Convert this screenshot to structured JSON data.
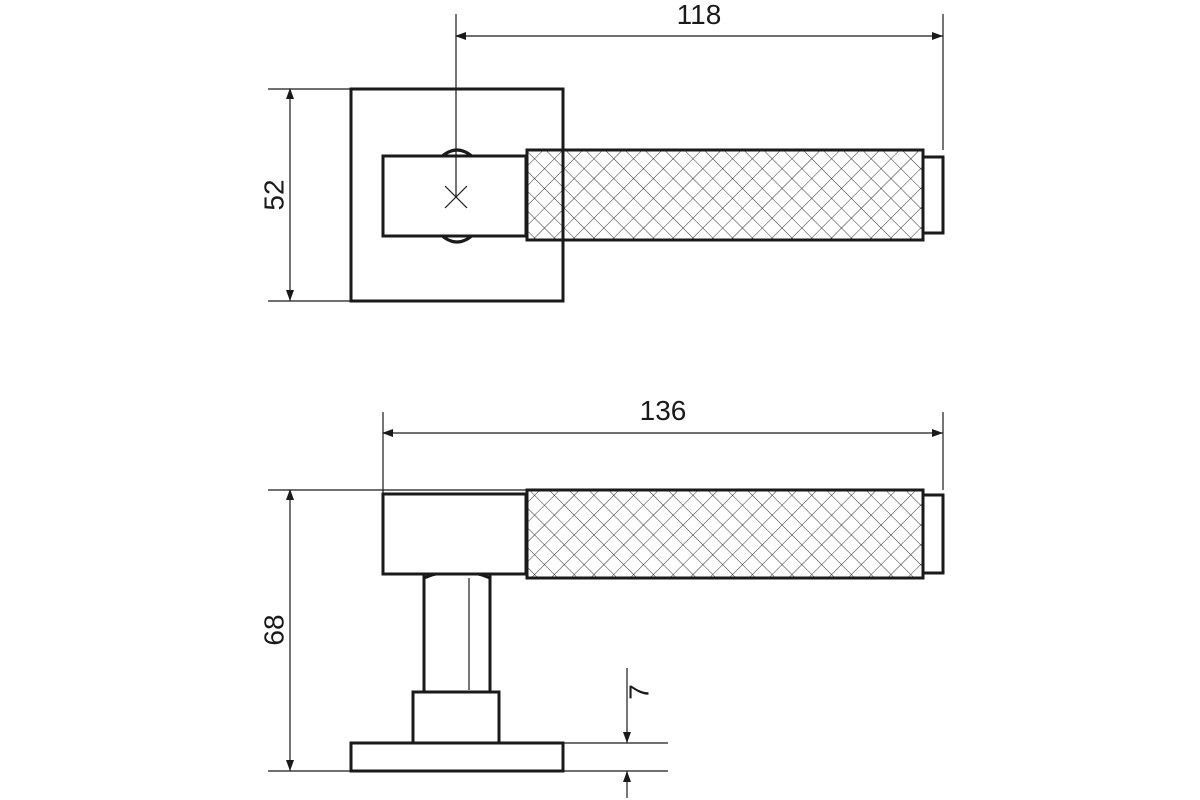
{
  "dimensions": {
    "top_length": "118",
    "rose_height": "52",
    "side_length": "136",
    "total_height": "68",
    "rose_thickness": "7"
  }
}
